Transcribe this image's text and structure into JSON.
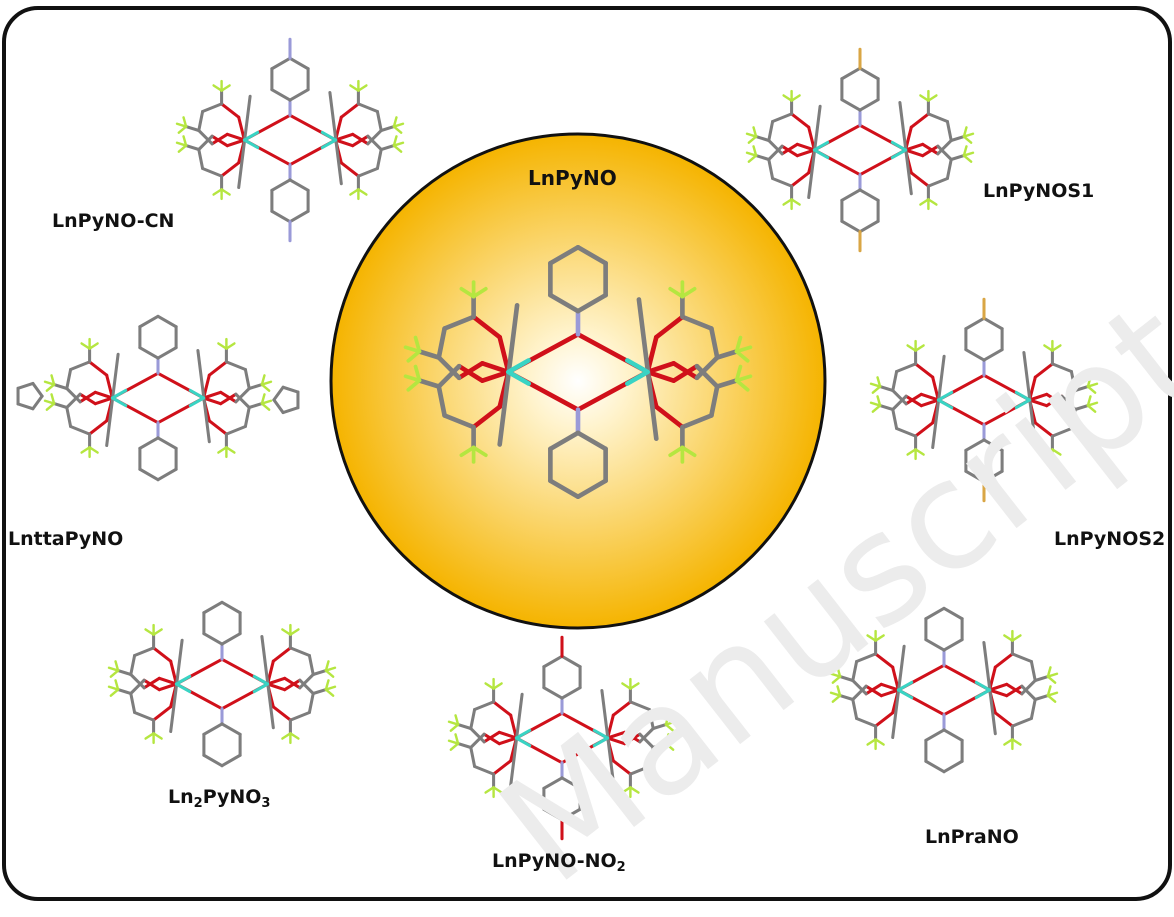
{
  "watermark": "Manuscript",
  "center": {
    "label": "LnPyNO"
  },
  "complexes": [
    {
      "id": "cn",
      "label": "LnPyNO-CN",
      "sub": ""
    },
    {
      "id": "s1",
      "label": "LnPyNOS1",
      "sub": ""
    },
    {
      "id": "tta",
      "label": "LnttaPyNO",
      "sub": ""
    },
    {
      "id": "s2",
      "label": "LnPyNOS2",
      "sub": ""
    },
    {
      "id": "ln2",
      "label": "Ln",
      "parts": [
        "Ln",
        "2",
        "PyNO",
        "3"
      ]
    },
    {
      "id": "no2",
      "label": "LnPyNO-NO",
      "parts": [
        "LnPyNO-NO",
        "2"
      ]
    },
    {
      "id": "pra",
      "label": "LnPraNO",
      "sub": ""
    }
  ],
  "colors": {
    "carbon": "#7d7d7d",
    "oxygen": "#d0101a",
    "nitrogen": "#9a9ad8",
    "fluorine": "#b5e640",
    "lanthanide": "#39d4c4",
    "sulfur": "#d9a645",
    "glow_inner": "#fff3cc",
    "glow_outer": "#f5b400",
    "frame": "#111111"
  }
}
